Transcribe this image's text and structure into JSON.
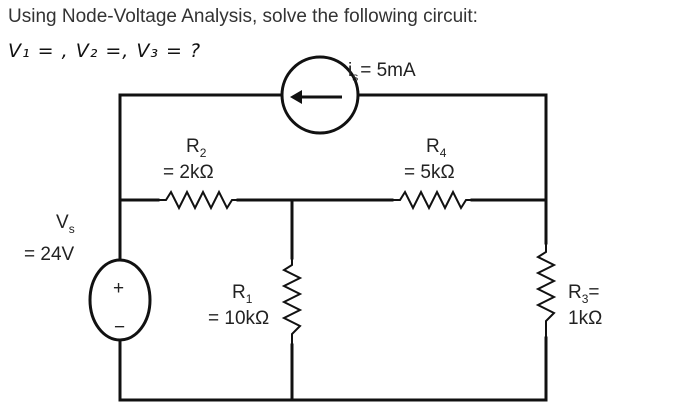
{
  "problem": {
    "title": "Using Node-Voltage Analysis, solve the following circuit:",
    "handwritten": "V₁ = , V₂ =, V₃ = ?"
  },
  "components": {
    "current_source": {
      "symbol": "i",
      "subscript": "s",
      "value": "= 5mA"
    },
    "voltage_source": {
      "symbol": "V",
      "subscript": "s",
      "value": "= 24V",
      "plus": "+",
      "minus": "−"
    },
    "R1": {
      "symbol": "R",
      "subscript": "1",
      "value": "= 10kΩ"
    },
    "R2": {
      "symbol": "R",
      "subscript": "2",
      "value": "= 2kΩ"
    },
    "R3": {
      "symbol": "R",
      "subscript": "3",
      "value": "= 1kΩ",
      "suffix": "=",
      "value_plain": "1kΩ"
    },
    "R4": {
      "symbol": "R",
      "subscript": "4",
      "value": "= 5kΩ"
    }
  }
}
